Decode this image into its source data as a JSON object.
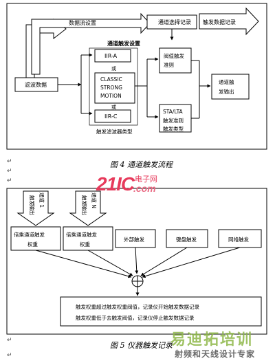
{
  "figure4": {
    "caption": "图 4  通道触发流程",
    "labels": {
      "data_stream_setting": "数据流设置",
      "channel_select_record": "通道选择记录",
      "trigger_data_record": "触发数据记录",
      "channel_trigger_setting": "通道触发设置",
      "filter_data": "滤波数据",
      "iir_a": "IIR-A",
      "or1": "或",
      "classic": "CLASSIC",
      "strong": "STRONG",
      "motion": "MOTION",
      "or2": "或",
      "iir_c": "IIR-C",
      "filter_type": "触发滤波器类型",
      "threshold_rule_1": "阀值触发",
      "threshold_rule_2": "准则",
      "sta_lta_1": "STA/LTA",
      "sta_lta_2": "触发准则",
      "trigger_type": "触发类型",
      "channel_trigger_out_1": "通道触",
      "channel_trigger_out_2": "发输出"
    }
  },
  "figure5": {
    "caption": "图 5  仪器触发记录",
    "labels": {
      "channel_1": "通道 1",
      "trigger_out_1a": "触发",
      "trigger_out_1b": "输出",
      "channel_n": "通道 N",
      "trigger_out_na": "触发",
      "trigger_out_nb": "输出",
      "multiply_weight_1a": "倍乘通道触发",
      "multiply_weight_1b": "权重",
      "multiply_weight_na": "倍乘通道触发",
      "multiply_weight_nb": "权重",
      "external_trigger": "外部触发",
      "keyboard_trigger": "键盘触发",
      "network_trigger": "网络触发",
      "result_line_1": "触发权重超过触发权重阀值，记录仪开始触发数据记录",
      "result_line_2": "触发权重低于去触发阀值，记录仪停止触发数据记录"
    }
  },
  "watermarks": {
    "brand1_main": "21IC",
    "brand1_sub": "电子网",
    "brand1_com": ".com",
    "brand2_main": "易迪拓培训",
    "brand2_sub": "射频和天线设计专家"
  },
  "para_mark": "↵"
}
